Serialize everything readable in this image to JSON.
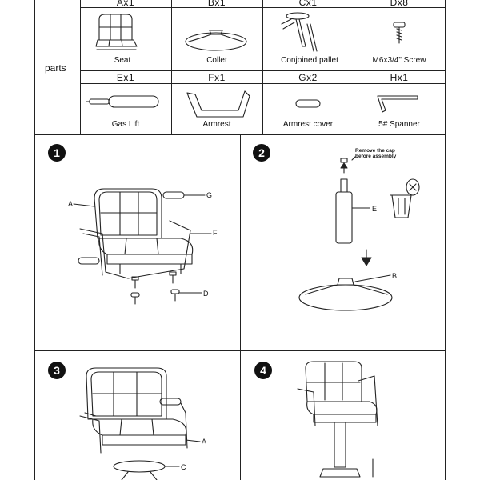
{
  "parts_table": {
    "row_label": "parts",
    "row1": [
      {
        "code": "Ax1",
        "name": "Seat"
      },
      {
        "code": "Bx1",
        "name": "Collet"
      },
      {
        "code": "Cx1",
        "name": "Conjoined pallet"
      },
      {
        "code": "Dx8",
        "name": "M6x3/4\" Screw"
      }
    ],
    "row2": [
      {
        "code": "Ex1",
        "name": "Gas Lift"
      },
      {
        "code": "Fx1",
        "name": "Armrest"
      },
      {
        "code": "Gx2",
        "name": "Armrest cover"
      },
      {
        "code": "Hx1",
        "name": "5# Spanner"
      }
    ]
  },
  "steps": [
    {
      "number": "1",
      "callouts": [
        "A",
        "G",
        "F",
        "D"
      ]
    },
    {
      "number": "2",
      "callouts": [
        "E",
        "B"
      ],
      "note": "Remove the cap before assembly"
    },
    {
      "number": "3",
      "callouts": [
        "A",
        "C"
      ]
    },
    {
      "number": "4",
      "callouts": []
    }
  ]
}
